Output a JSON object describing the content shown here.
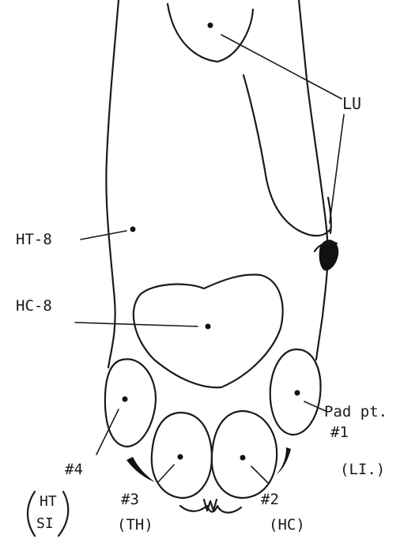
{
  "diagram": {
    "background_color": "#ffffff",
    "ink_color": "#1a1a1a",
    "labels": {
      "lu": "LU",
      "ht8": "HT-8",
      "hc8": "HC-8",
      "pad_pt": "Pad pt.",
      "digit1_num": "#1",
      "digit1_meridian": "(LI.)",
      "digit2_num": "#2",
      "digit2_meridian": "(HC)",
      "digit3_num": "#3",
      "digit3_meridian": "(TH)",
      "digit4_num": "#4",
      "digit4_meridian_top": "HT",
      "digit4_meridian_bottom": "SI"
    }
  }
}
